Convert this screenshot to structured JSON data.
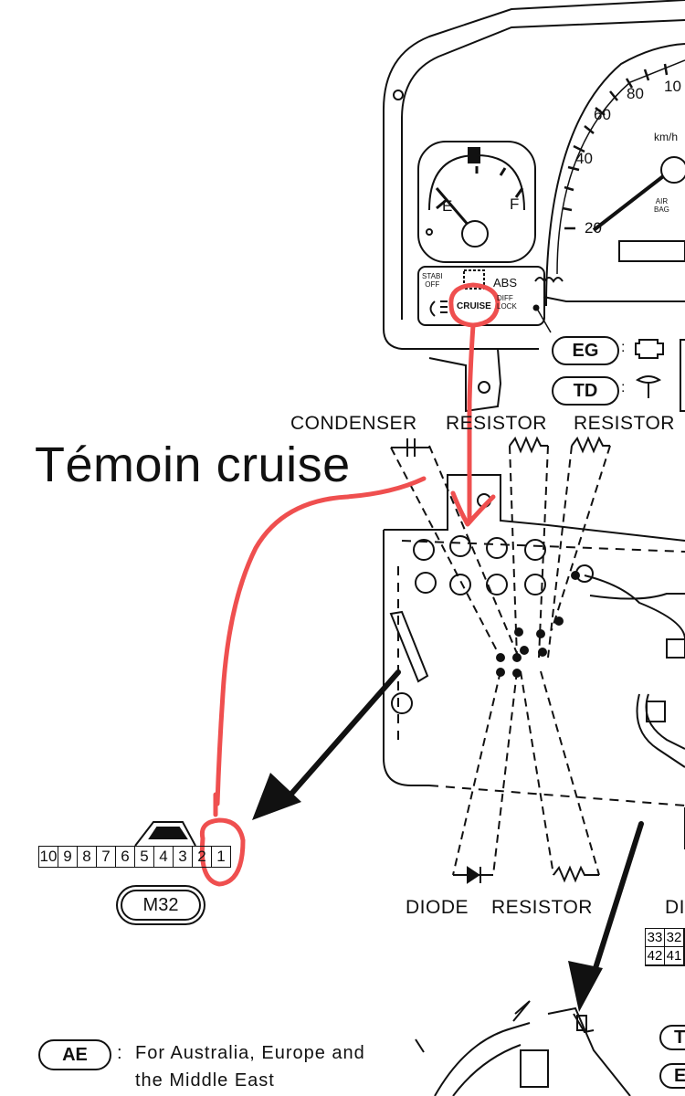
{
  "annotation": {
    "text": "Témoin cruise",
    "color": "#ef4f4f"
  },
  "gauges": {
    "speed_ticks": [
      "20",
      "40",
      "60",
      "80",
      "10"
    ],
    "speed_unit": "km/h",
    "airbag_line1": "AIR",
    "airbag_line2": "BAG",
    "fuel_empty": "E",
    "fuel_full": "F",
    "stabi_line1": "STABI",
    "stabi_line2": "OFF",
    "abs": "ABS",
    "cruise": "CRUISE",
    "diff_line1": "DIFF",
    "diff_line2": "LOCK"
  },
  "indicator_pills": {
    "eg": "EG",
    "td": "TD"
  },
  "components": {
    "condenser": "CONDENSER",
    "resistor_top_1": "RESISTOR",
    "resistor_top_2": "RESISTOR",
    "diode": "DIODE",
    "resistor_bottom": "RESISTOR",
    "di_partial": "DI"
  },
  "connector_m32": {
    "pins": [
      "10",
      "9",
      "8",
      "7",
      "6",
      "5",
      "4",
      "3",
      "2",
      "1"
    ],
    "label": "M32"
  },
  "connector_right": {
    "cells": [
      "33",
      "32",
      "42",
      "41"
    ]
  },
  "legend": {
    "code": "AE",
    "separator": ":",
    "line1": "For Australia, Europe and",
    "line2": "the Middle East"
  },
  "right_edge_pills": [
    "T",
    "E"
  ]
}
